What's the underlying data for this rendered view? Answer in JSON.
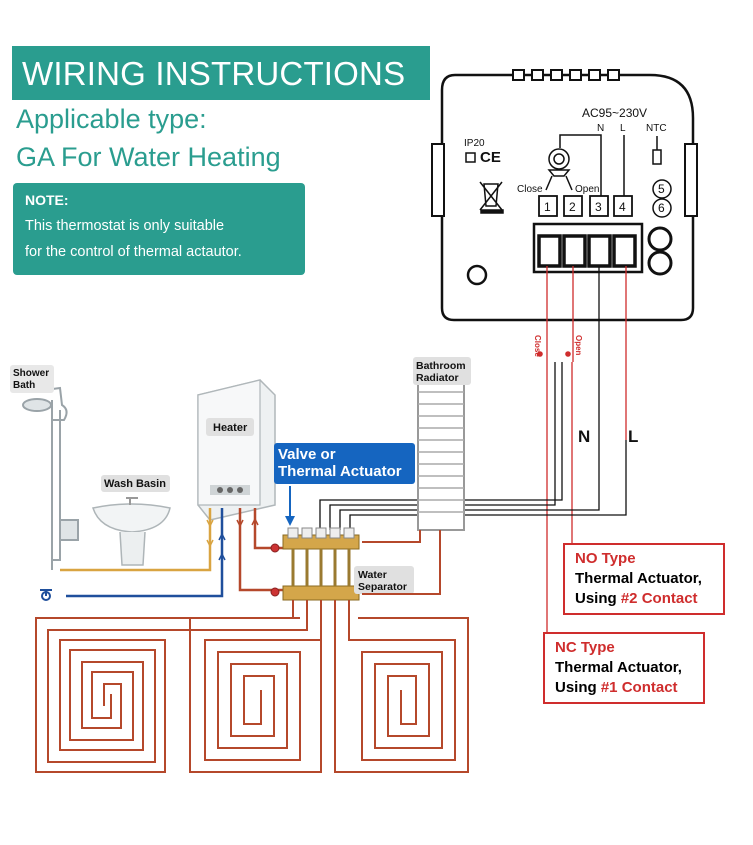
{
  "header": {
    "title": "WIRING INSTRUCTIONS",
    "subtitle_line1": "Applicable type:",
    "subtitle_line2": "GA For Water Heating"
  },
  "note": {
    "heading": "NOTE:",
    "line1": "This thermostat is only suitable",
    "line2": "for the control of thermal actautor."
  },
  "thermostat": {
    "voltage": "AC95~230V",
    "n_label": "N",
    "l_label": "L",
    "ntc_label": "NTC",
    "ip_label": "IP20",
    "ce_label": "CE",
    "close_label": "Close",
    "open_label": "Open",
    "terminals": [
      "1",
      "2",
      "3",
      "4",
      "5",
      "6"
    ],
    "wire_close": "Close",
    "wire_open": "Open"
  },
  "wires": {
    "n": "N",
    "l": "L"
  },
  "labels": {
    "shower": "Shower\nBath",
    "heater": "Heater",
    "wash_basin": "Wash Basin",
    "bathroom_radiator": "Bathroom\nRadiator",
    "water_separator": "Water\nSeparator",
    "valve_line1": "Valve or",
    "valve_line2": "Thermal Actuator"
  },
  "callouts": {
    "no_type": {
      "title": "NO Type",
      "line2": "Thermal Actuator,",
      "line3_prefix": "Using ",
      "line3_highlight": "#2 Contact"
    },
    "nc_type": {
      "title": "NC Type",
      "line2": "Thermal Actuator,",
      "line3_prefix": "Using ",
      "line3_highlight": "#1 Contact"
    }
  },
  "colors": {
    "teal": "#2a9d8f",
    "red": "#cf2d2d",
    "blue": "#1565c0",
    "pipe": "#b5482b"
  }
}
